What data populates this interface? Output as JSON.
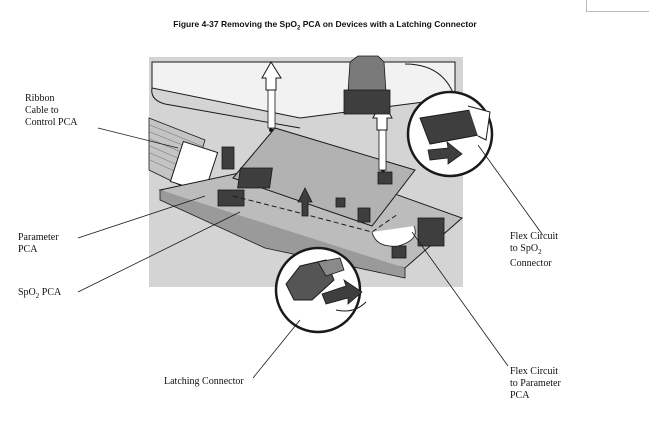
{
  "figure": {
    "title_prefix": "Figure 4-37  Removing the SpO",
    "title_sub": "2",
    "title_suffix": " PCA on Devices with a Latching Connector"
  },
  "labels": {
    "ribbon_cable": [
      "Ribbon",
      "Cable to",
      "Control PCA"
    ],
    "parameter_pca": [
      "Parameter",
      "PCA"
    ],
    "spo2_pca": {
      "prefix": "SpO",
      "sub": "2",
      "suffix": " PCA"
    },
    "latching_connector": "Latching Connector",
    "flex_spo2": {
      "line1": "Flex Circuit",
      "line2_prefix": "to SpO",
      "line2_sub": "2",
      "line3": "Connector"
    },
    "flex_parameter": [
      "Flex Circuit",
      "to Parameter",
      "PCA"
    ]
  },
  "colors": {
    "background_gray": "#d4d4d4",
    "board_gray": "#b7b7b7",
    "dark_component": "#3e3e3e",
    "outline": "#1a1a1a",
    "white": "#ffffff"
  }
}
